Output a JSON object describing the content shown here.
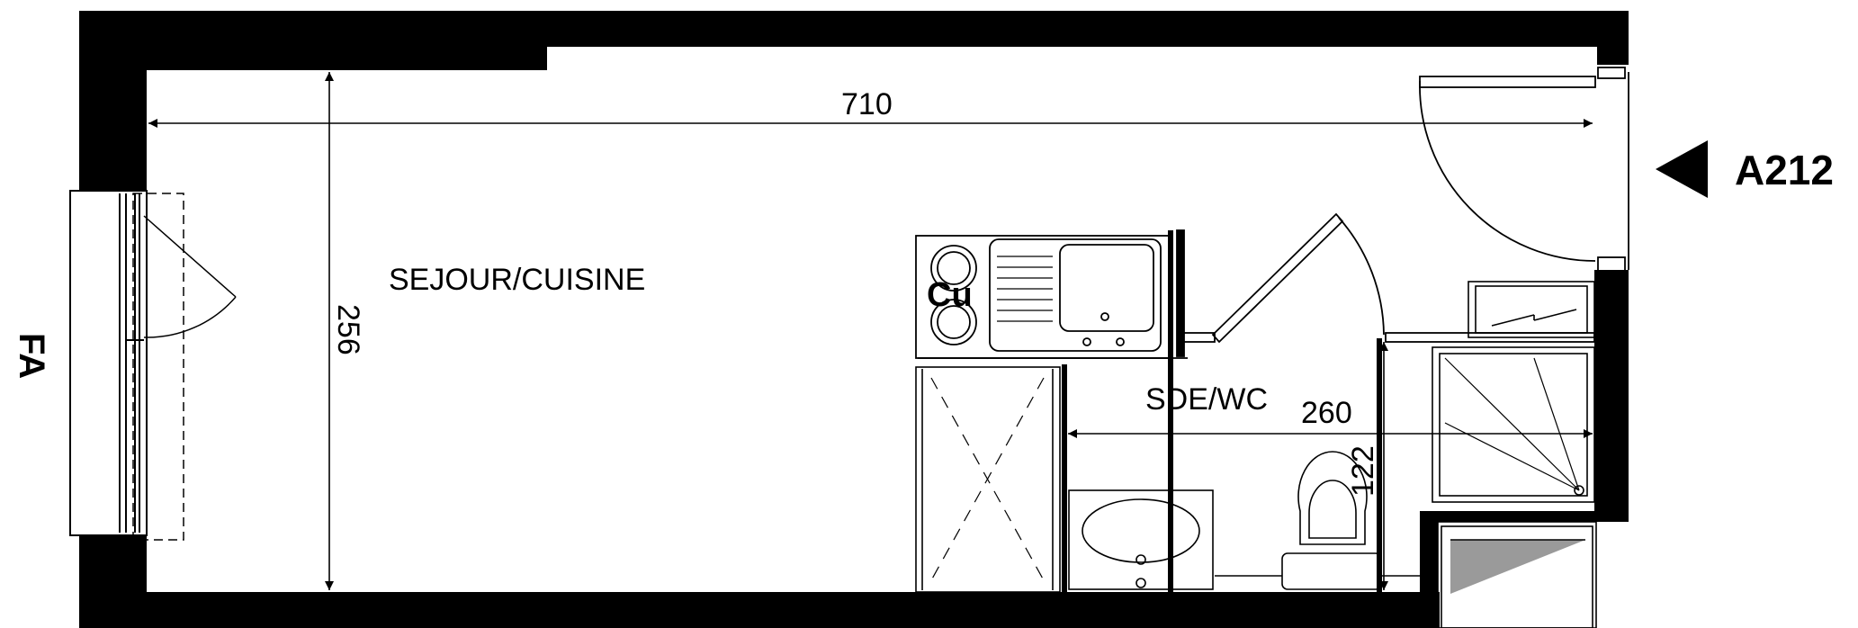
{
  "plan": {
    "rooms": {
      "living": "SEJOUR/CUISINE",
      "bathroom": "SDE/WC"
    },
    "dimensions": {
      "living_length": "710",
      "living_width": "256",
      "bathroom_length": "260",
      "bathroom_width": "122"
    },
    "appliance_label": "Cu",
    "unit_id": "A212",
    "facade_label": "FA"
  },
  "colors": {
    "wall": "#000000",
    "background": "#ffffff",
    "line": "#000000",
    "storage_triangle": "#9a9a9a"
  }
}
